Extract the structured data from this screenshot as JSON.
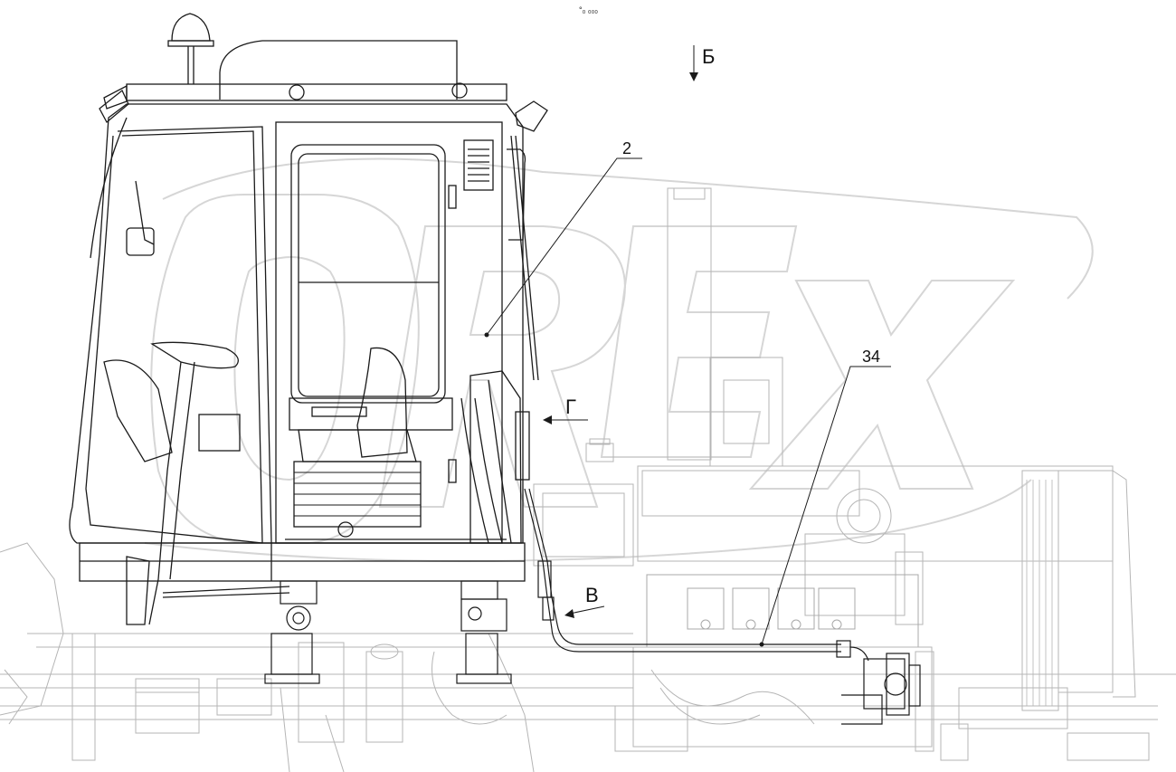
{
  "labels": {
    "top_mark": "°₀ ₀₀₀",
    "callout_2": "2",
    "callout_34": "34",
    "view_b": "Б",
    "view_g": "Г",
    "view_v": "В"
  },
  "watermark": {
    "text": "OREX",
    "color": "#d9d9d9"
  },
  "colors": {
    "main_line": "#1a1a1a",
    "background_line": "#b5b5b5",
    "background": "#ffffff"
  }
}
